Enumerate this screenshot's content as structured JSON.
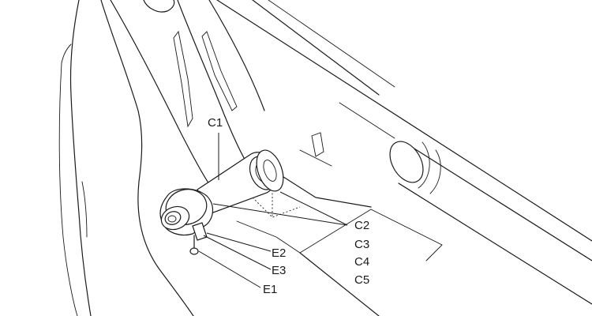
{
  "callouts": {
    "c1": "C1",
    "c2": "C2",
    "c3": "C3",
    "c4": "C4",
    "c5": "C5",
    "e1": "E1",
    "e2": "E2",
    "e3": "E3"
  },
  "colors": {
    "line": "#1a1a1a",
    "background": "#ffffff"
  }
}
